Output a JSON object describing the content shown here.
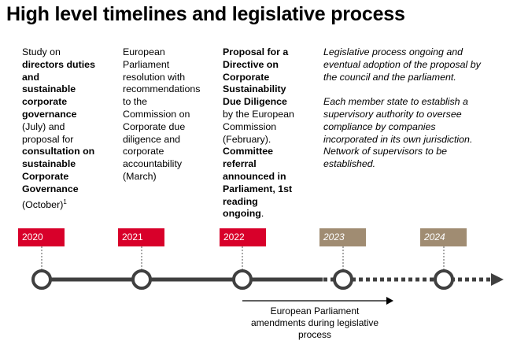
{
  "title": "High level timelines and legislative process",
  "columns": [
    {
      "segments": [
        {
          "t": "Study on\n",
          "b": false
        },
        {
          "t": "directors duties\nand\nsustainable\ncorporate\ngovernance",
          "b": true
        },
        {
          "t": "\n(July) and\nproposal for\n",
          "b": false
        },
        {
          "t": "consultation on\nsustainable",
          "b": true
        },
        {
          "t": "\nCorporate\nGovernance",
          "b": true
        },
        {
          "t": "\n(October)",
          "b": false
        }
      ],
      "footnote": "1"
    },
    {
      "segments": [
        {
          "t": "European\nParliament\nresolution with\nrecommendations\nto the\nCommission on\nCorporate due\ndiligence and\ncorporate\naccountability\n(March)",
          "b": false
        }
      ]
    },
    {
      "segments": [
        {
          "t": "Proposal for a\nDirective on\nCorporate\nSustainability\nDue Diligence",
          "b": true
        },
        {
          "t": "\nby the European\nCommission\n(February).\n",
          "b": false
        },
        {
          "t": "Committee\nreferral\nannounced in\nParliament, 1st\nreading\nongoing",
          "b": true
        },
        {
          "t": ".",
          "b": false
        }
      ]
    },
    {
      "paragraphs": [
        "Legislative process ongoing and eventual adoption of the proposal by the council and the parliament.",
        "Each member state to establish a supervisory authority to oversee compliance by companies incorporated in its own jurisdiction. Network of supervisors to be established."
      ]
    }
  ],
  "years": [
    {
      "label": "2020",
      "status": "past"
    },
    {
      "label": "2021",
      "status": "past"
    },
    {
      "label": "2022",
      "status": "past"
    },
    {
      "label": "2023",
      "status": "future"
    },
    {
      "label": "2024",
      "status": "future"
    }
  ],
  "note": "European Parliament amendments during legislative process",
  "colors": {
    "past": "#d8002a",
    "future": "#a08c72",
    "line": "#404040"
  }
}
